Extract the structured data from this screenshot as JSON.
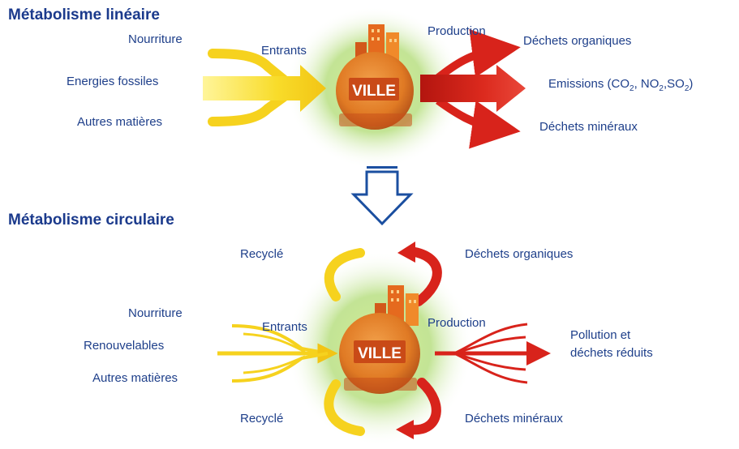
{
  "linear": {
    "title": "Métabolisme linéaire",
    "inputs": [
      "Nourriture",
      "Energies fossiles",
      "Autres matières"
    ],
    "entrants_label": "Entrants",
    "production_label": "Production",
    "city_label": "VILLE",
    "outputs": {
      "organic": "Déchets organiques",
      "emissions": {
        "prefix": "Emissions (CO",
        "sub1": "2",
        "mid1": ", NO",
        "sub2": "2",
        "mid2": ",SO",
        "sub3": "2",
        "suffix": ")"
      },
      "mineral": "Déchets minéraux"
    }
  },
  "circular": {
    "title": "Métabolisme circulaire",
    "inputs": [
      "Nourriture",
      "Renouvelables",
      "Autres matières"
    ],
    "entrants_label": "Entrants",
    "production_label": "Production",
    "city_label": "VILLE",
    "recycled_top": "Recyclé",
    "recycled_bottom": "Recyclé",
    "organic": "Déchets organiques",
    "mineral": "Déchets minéraux",
    "pollution_line1": "Pollution et",
    "pollution_line2": "déchets réduits"
  },
  "colors": {
    "title": "#1b3a8c",
    "label": "#1e3f8a",
    "input_arrow": "#f6d21e",
    "output_arrow": "#d8231b",
    "city": "#e07a24",
    "glow": "#9fd36a",
    "transition_arrow": "#1b4fa0"
  }
}
